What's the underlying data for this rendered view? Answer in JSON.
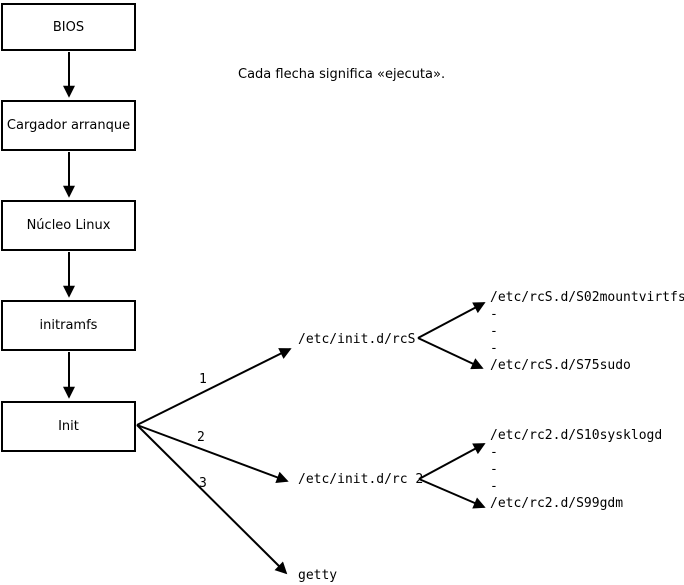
{
  "note": "Cada flecha significa «ejecuta».",
  "boot_chain": [
    {
      "label": "BIOS"
    },
    {
      "label": "Cargador arranque"
    },
    {
      "label": "Núcleo Linux"
    },
    {
      "label": "initramfs"
    },
    {
      "label": "Init"
    }
  ],
  "branches": [
    {
      "number": "1",
      "target": "/etc/init.d/rcS"
    },
    {
      "number": "2",
      "target": "/etc/init.d/rc 2"
    },
    {
      "number": "3",
      "target": "getty"
    }
  ],
  "rcS_scripts": {
    "first": "/etc/rcS.d/S02mountvirtfs",
    "dots": [
      "-",
      "-",
      "-"
    ],
    "last": "/etc/rcS.d/S75sudo"
  },
  "rc2_scripts": {
    "first": "/etc/rc2.d/S10sysklogd",
    "dots": [
      "-",
      "-",
      "-"
    ],
    "last": "/etc/rc2.d/S99gdm"
  },
  "colors": {
    "line": "#000000",
    "background": "#ffffff",
    "text": "#000000"
  }
}
